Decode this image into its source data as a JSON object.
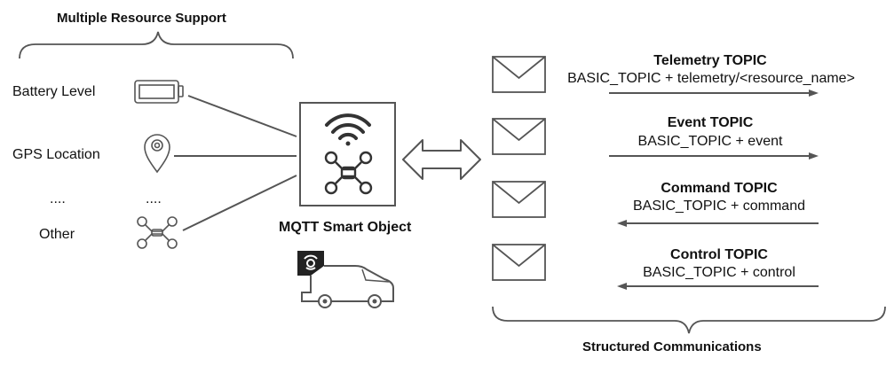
{
  "left": {
    "heading": "Multiple Resource Support",
    "resources": [
      {
        "label": "Battery Level",
        "icon": "battery-icon"
      },
      {
        "label": "GPS Location",
        "icon": "location-pin-icon"
      },
      {
        "label": "....",
        "icon": "...."
      },
      {
        "label": "Other",
        "icon": "drone-icon"
      }
    ]
  },
  "center": {
    "label": "MQTT Smart Object"
  },
  "right": {
    "heading": "Structured Communications",
    "topics": [
      {
        "title": "Telemetry TOPIC",
        "detail": "BASIC_TOPIC + telemetry/<resource_name>",
        "direction": "outgoing"
      },
      {
        "title": "Event TOPIC",
        "detail": "BASIC_TOPIC + event",
        "direction": "outgoing"
      },
      {
        "title": "Command TOPIC",
        "detail": "BASIC_TOPIC + command",
        "direction": "incoming"
      },
      {
        "title": "Control TOPIC",
        "detail": "BASIC_TOPIC + control",
        "direction": "incoming"
      }
    ]
  },
  "colors": {
    "stroke": "#555555",
    "text": "#111111",
    "van_badge": "#222222"
  }
}
